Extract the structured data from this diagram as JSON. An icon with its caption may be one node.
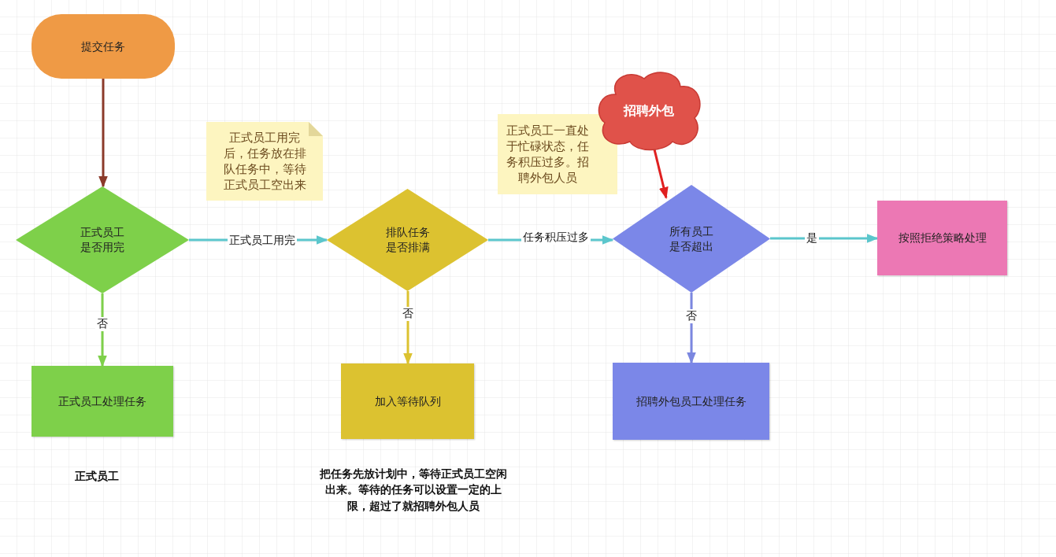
{
  "diagram": {
    "nodes": [
      {
        "text": [
          "提交任务"
        ]
      },
      {
        "text": [
          "正式员工用完后，任务放在排队任务中，等待正式员工空出来"
        ]
      },
      {
        "text": [
          "正式员工一直处于忙碌状态，任务积压过多。招聘外包人员"
        ]
      },
      {
        "text": [
          "招聘外包"
        ]
      },
      {
        "text": [
          "正式员工是否用完"
        ]
      },
      {
        "text": [
          "排队任务是否排满"
        ]
      },
      {
        "text": [
          "所有员工是否超出"
        ]
      },
      {
        "text": [
          "按照拒绝策略处理"
        ]
      },
      {
        "text": [
          "正式员工处理任务"
        ],
        "beside": [
          "正式员工"
        ]
      },
      {
        "text": [
          "加入等待队列"
        ],
        "beside": [
          "把任务先放计划中，等待正式员工空闲出来。等待的任务可以设置一定的上限，超过了就招聘外包人员"
        ]
      },
      {
        "text": [
          "招聘外包员工处理任务"
        ]
      }
    ],
    "edges": [
      {
        "from": 0,
        "to": 4,
        "arrow": "to",
        "color": "#8b3a2a"
      },
      {
        "from": 4,
        "to": 5,
        "arrow": "to",
        "label": "正式员工用完",
        "color": "#5bc6cc"
      },
      {
        "from": 5,
        "to": 6,
        "arrow": "to",
        "label": "任务积压过多",
        "color": "#5bc6cc"
      },
      {
        "from": 6,
        "to": 7,
        "arrow": "to",
        "label": "是",
        "color": "#5bc6cc"
      },
      {
        "from": 4,
        "to": 8,
        "arrow": "to",
        "label": "否",
        "color": "#7ed04a"
      },
      {
        "from": 5,
        "to": 9,
        "arrow": "to",
        "label": "否",
        "color": "#dcc230"
      },
      {
        "from": 6,
        "to": 10,
        "arrow": "to",
        "label": "否",
        "color": "#7b87e0"
      },
      {
        "from": 3,
        "to": 6,
        "arrow": "to",
        "color": "#e02020"
      }
    ]
  }
}
